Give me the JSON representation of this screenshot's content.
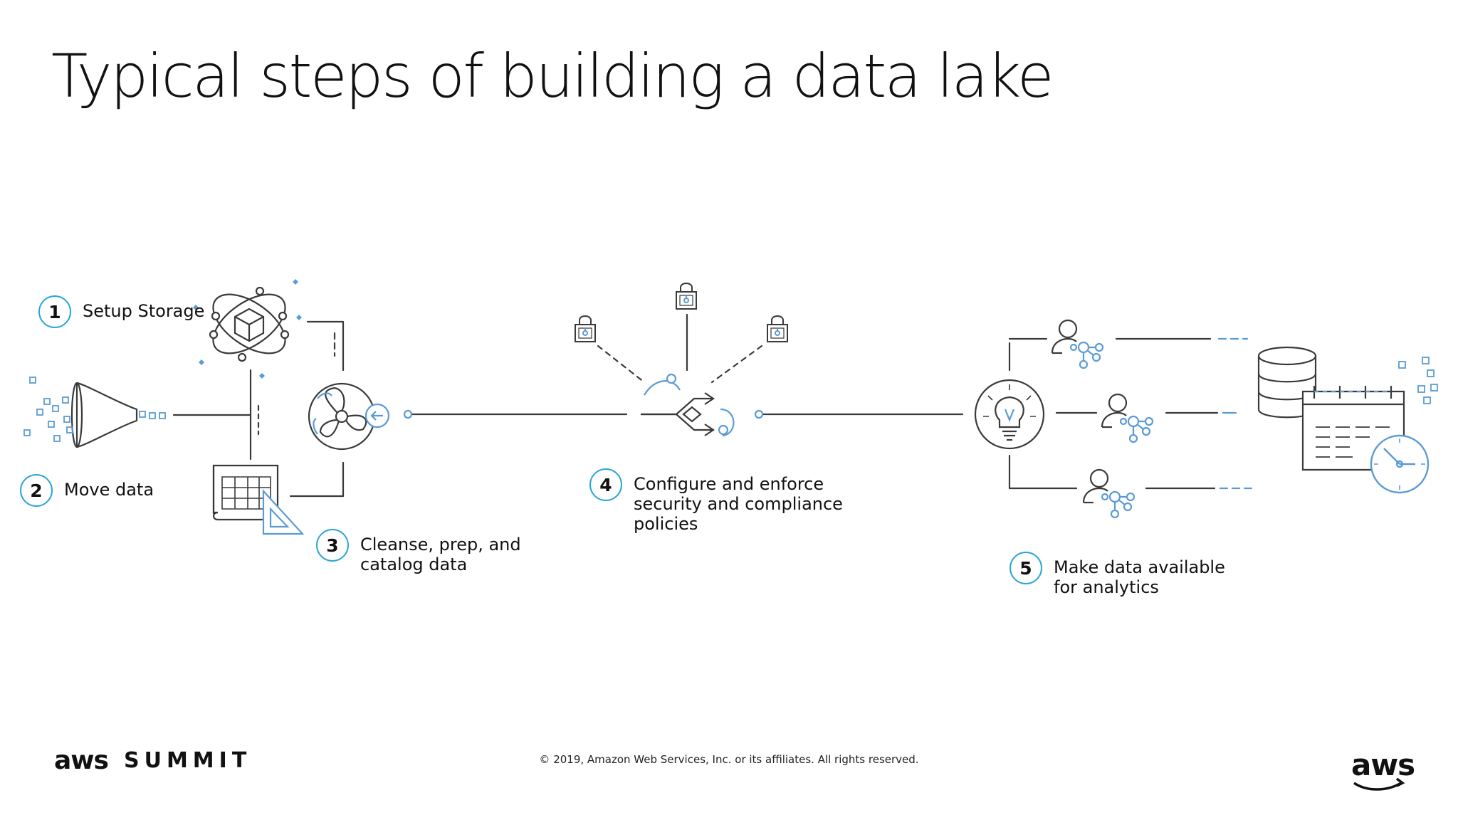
{
  "slide": {
    "title": "Typical steps of building a data lake"
  },
  "steps": [
    {
      "number": "1",
      "label": "Setup Storage"
    },
    {
      "number": "2",
      "label": "Move data"
    },
    {
      "number": "3",
      "label": "Cleanse, prep, and\ncatalog data"
    },
    {
      "number": "4",
      "label": "Configure and enforce\nsecurity and compliance\npolicies"
    },
    {
      "number": "5",
      "label": "Make data available\nfor analytics"
    }
  ],
  "footer": {
    "brand": "aws",
    "event": "SUMMIT",
    "copyright": "© 2019, Amazon Web Services, Inc. or its affiliates. All rights reserved.",
    "logo": "aws"
  },
  "colors": {
    "accent": "#2aa6d6",
    "line": "#3a3a3a",
    "icon_blue": "#5b9bd5"
  },
  "icons": [
    "funnel-icon",
    "atom-cube-icon",
    "blueprint-icon",
    "fan-icon",
    "lock-icon",
    "merge-arrows-icon",
    "lightbulb-icon",
    "user-network-icon",
    "database-icon",
    "calendar-icon",
    "clock-icon"
  ]
}
